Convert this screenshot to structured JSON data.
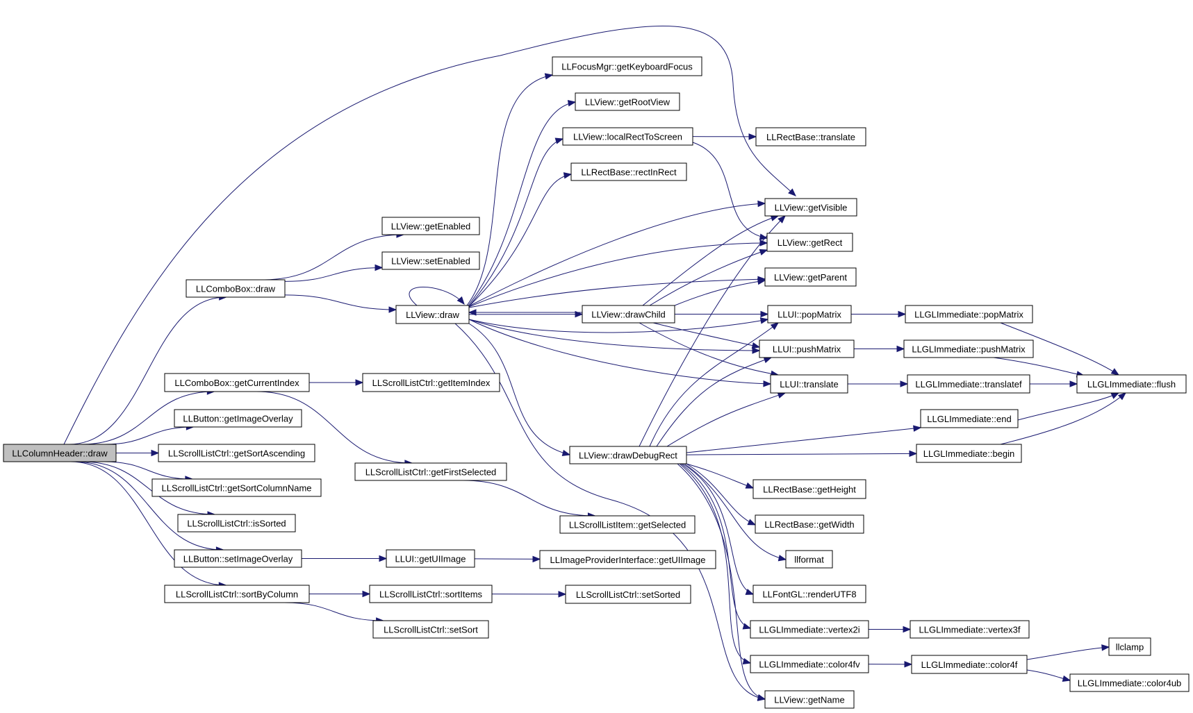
{
  "diagram": {
    "type": "call-graph",
    "nodes": [
      {
        "id": "n_root",
        "label": "LLColumnHeader::draw",
        "highlight": true
      },
      {
        "id": "n_combodraw",
        "label": "LLComboBox::draw"
      },
      {
        "id": "n_getcurrentindex",
        "label": "LLComboBox::getCurrentIndex"
      },
      {
        "id": "n_getimageoverlay",
        "label": "LLButton::getImageOverlay"
      },
      {
        "id": "n_getsortasc",
        "label": "LLScrollListCtrl::getSortAscending"
      },
      {
        "id": "n_getsortcolname",
        "label": "LLScrollListCtrl::getSortColumnName"
      },
      {
        "id": "n_issorted",
        "label": "LLScrollListCtrl::isSorted"
      },
      {
        "id": "n_setimageoverlay",
        "label": "LLButton::setImageOverlay"
      },
      {
        "id": "n_sortbycolumn",
        "label": "LLScrollListCtrl::sortByColumn"
      },
      {
        "id": "n_getenabled",
        "label": "LLView::getEnabled"
      },
      {
        "id": "n_setenabled",
        "label": "LLView::setEnabled"
      },
      {
        "id": "n_viewdraw",
        "label": "LLView::draw"
      },
      {
        "id": "n_getitemindex",
        "label": "LLScrollListCtrl::getItemIndex"
      },
      {
        "id": "n_getfirstselected",
        "label": "LLScrollListCtrl::getFirstSelected"
      },
      {
        "id": "n_getuiimage",
        "label": "LLUI::getUIImage"
      },
      {
        "id": "n_sortitems",
        "label": "LLScrollListCtrl::sortItems"
      },
      {
        "id": "n_setsort",
        "label": "LLScrollListCtrl::setSort"
      },
      {
        "id": "n_getkeyboardfocus",
        "label": "LLFocusMgr::getKeyboardFocus"
      },
      {
        "id": "n_getrootview",
        "label": "LLView::getRootView"
      },
      {
        "id": "n_localrecttoscreen",
        "label": "LLView::localRectToScreen"
      },
      {
        "id": "n_rectinrect",
        "label": "LLRectBase::rectInRect"
      },
      {
        "id": "n_drawchild",
        "label": "LLView::drawChild"
      },
      {
        "id": "n_drawdebugrect",
        "label": "LLView::drawDebugRect"
      },
      {
        "id": "n_getselected",
        "label": "LLScrollListItem::getSelected"
      },
      {
        "id": "n_getuiimage2",
        "label": "LLImageProviderInterface::getUIImage"
      },
      {
        "id": "n_setsorted",
        "label": "LLScrollListCtrl::setSorted"
      },
      {
        "id": "n_translate",
        "label": "LLRectBase::translate"
      },
      {
        "id": "n_getvisible",
        "label": "LLView::getVisible"
      },
      {
        "id": "n_getrect",
        "label": "LLView::getRect"
      },
      {
        "id": "n_getparent",
        "label": "LLView::getParent"
      },
      {
        "id": "n_popmatrix",
        "label": "LLUI::popMatrix"
      },
      {
        "id": "n_pushmatrix",
        "label": "LLUI::pushMatrix"
      },
      {
        "id": "n_uitranslate",
        "label": "LLUI::translate"
      },
      {
        "id": "n_getheight",
        "label": "LLRectBase::getHeight"
      },
      {
        "id": "n_getwidth",
        "label": "LLRectBase::getWidth"
      },
      {
        "id": "n_llformat",
        "label": "llformat"
      },
      {
        "id": "n_renderutf8",
        "label": "LLFontGL::renderUTF8"
      },
      {
        "id": "n_vertex2i",
        "label": "LLGLImmediate::vertex2i"
      },
      {
        "id": "n_color4fv",
        "label": "LLGLImmediate::color4fv"
      },
      {
        "id": "n_getname",
        "label": "LLView::getName"
      },
      {
        "id": "n_glpopmatrix",
        "label": "LLGLImmediate::popMatrix"
      },
      {
        "id": "n_glpushmatrix",
        "label": "LLGLImmediate::pushMatrix"
      },
      {
        "id": "n_gltranslatef",
        "label": "LLGLImmediate::translatef"
      },
      {
        "id": "n_glend",
        "label": "LLGLImmediate::end"
      },
      {
        "id": "n_glbegin",
        "label": "LLGLImmediate::begin"
      },
      {
        "id": "n_vertex3f",
        "label": "LLGLImmediate::vertex3f"
      },
      {
        "id": "n_color4f",
        "label": "LLGLImmediate::color4f"
      },
      {
        "id": "n_glflush",
        "label": "LLGLImmediate::flush"
      },
      {
        "id": "n_llclamp",
        "label": "llclamp"
      },
      {
        "id": "n_color4ub",
        "label": "LLGLImmediate::color4ub"
      }
    ],
    "edges": [
      [
        "n_root",
        "n_combodraw"
      ],
      [
        "n_root",
        "n_getcurrentindex"
      ],
      [
        "n_root",
        "n_getimageoverlay"
      ],
      [
        "n_root",
        "n_getsortasc"
      ],
      [
        "n_root",
        "n_getsortcolname"
      ],
      [
        "n_root",
        "n_issorted"
      ],
      [
        "n_root",
        "n_setimageoverlay"
      ],
      [
        "n_root",
        "n_sortbycolumn"
      ],
      [
        "n_root",
        "n_getvisible"
      ],
      [
        "n_combodraw",
        "n_getenabled"
      ],
      [
        "n_combodraw",
        "n_setenabled"
      ],
      [
        "n_combodraw",
        "n_viewdraw"
      ],
      [
        "n_getcurrentindex",
        "n_getitemindex"
      ],
      [
        "n_getcurrentindex",
        "n_getfirstselected"
      ],
      [
        "n_getfirstselected",
        "n_getselected"
      ],
      [
        "n_setimageoverlay",
        "n_getuiimage"
      ],
      [
        "n_getuiimage",
        "n_getuiimage2"
      ],
      [
        "n_sortbycolumn",
        "n_sortitems"
      ],
      [
        "n_sortbycolumn",
        "n_setsort"
      ],
      [
        "n_sortitems",
        "n_setsorted"
      ],
      [
        "n_viewdraw",
        "n_viewdraw"
      ],
      [
        "n_viewdraw",
        "n_getkeyboardfocus"
      ],
      [
        "n_viewdraw",
        "n_getrootview"
      ],
      [
        "n_viewdraw",
        "n_localrecttoscreen"
      ],
      [
        "n_viewdraw",
        "n_rectinrect"
      ],
      [
        "n_viewdraw",
        "n_getvisible"
      ],
      [
        "n_viewdraw",
        "n_getrect"
      ],
      [
        "n_viewdraw",
        "n_getparent"
      ],
      [
        "n_viewdraw",
        "n_drawchild"
      ],
      [
        "n_viewdraw",
        "n_popmatrix"
      ],
      [
        "n_viewdraw",
        "n_pushmatrix"
      ],
      [
        "n_viewdraw",
        "n_uitranslate"
      ],
      [
        "n_viewdraw",
        "n_drawdebugrect"
      ],
      [
        "n_viewdraw",
        "n_getname"
      ],
      [
        "n_localrecttoscreen",
        "n_translate"
      ],
      [
        "n_localrecttoscreen",
        "n_getrect"
      ],
      [
        "n_drawchild",
        "n_viewdraw"
      ],
      [
        "n_drawchild",
        "n_getvisible"
      ],
      [
        "n_drawchild",
        "n_getrect"
      ],
      [
        "n_drawchild",
        "n_getparent"
      ],
      [
        "n_drawchild",
        "n_popmatrix"
      ],
      [
        "n_drawchild",
        "n_pushmatrix"
      ],
      [
        "n_drawchild",
        "n_uitranslate"
      ],
      [
        "n_drawdebugrect",
        "n_getvisible"
      ],
      [
        "n_drawdebugrect",
        "n_popmatrix"
      ],
      [
        "n_drawdebugrect",
        "n_pushmatrix"
      ],
      [
        "n_drawdebugrect",
        "n_uitranslate"
      ],
      [
        "n_drawdebugrect",
        "n_glend"
      ],
      [
        "n_drawdebugrect",
        "n_glbegin"
      ],
      [
        "n_drawdebugrect",
        "n_getheight"
      ],
      [
        "n_drawdebugrect",
        "n_getwidth"
      ],
      [
        "n_drawdebugrect",
        "n_llformat"
      ],
      [
        "n_drawdebugrect",
        "n_renderutf8"
      ],
      [
        "n_drawdebugrect",
        "n_vertex2i"
      ],
      [
        "n_drawdebugrect",
        "n_color4fv"
      ],
      [
        "n_drawdebugrect",
        "n_getname"
      ],
      [
        "n_popmatrix",
        "n_glpopmatrix"
      ],
      [
        "n_pushmatrix",
        "n_glpushmatrix"
      ],
      [
        "n_uitranslate",
        "n_gltranslatef"
      ],
      [
        "n_glpopmatrix",
        "n_glflush"
      ],
      [
        "n_glpushmatrix",
        "n_glflush"
      ],
      [
        "n_gltranslatef",
        "n_glflush"
      ],
      [
        "n_glend",
        "n_glflush"
      ],
      [
        "n_glbegin",
        "n_glflush"
      ],
      [
        "n_vertex2i",
        "n_vertex3f"
      ],
      [
        "n_color4fv",
        "n_color4f"
      ],
      [
        "n_color4f",
        "n_llclamp"
      ],
      [
        "n_color4f",
        "n_color4ub"
      ]
    ]
  },
  "colors": {
    "edge": "#191970",
    "node_border": "#000000",
    "node_fill": "#ffffff",
    "root_fill": "#bfbfbf",
    "background": "#ffffff"
  }
}
